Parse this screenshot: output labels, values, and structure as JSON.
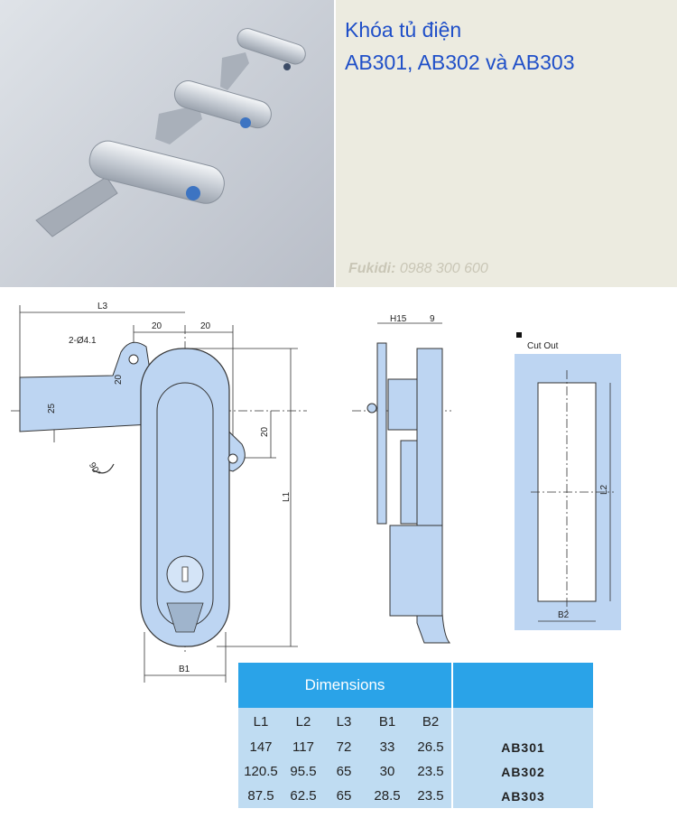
{
  "title": {
    "line1": "Khóa tủ điện",
    "line2": "AB301, AB302 và AB303"
  },
  "watermark": {
    "brand": "Fukidi:",
    "phone": "0988 300 600"
  },
  "drawing_labels": {
    "L3": "L3",
    "d20a": "20",
    "d20b": "20",
    "hole": "2-Ø4.1",
    "d20v": "20",
    "d25": "25",
    "d20r": "20",
    "L1": "L1",
    "B1": "B1",
    "rot": "90°",
    "H15": "H15",
    "d9": "9",
    "cutout": "Cut Out",
    "L2": "L2",
    "B2": "B2"
  },
  "table": {
    "heading": "Dimensions",
    "columns": [
      "L1",
      "L2",
      "L3",
      "B1",
      "B2"
    ],
    "rows": [
      {
        "cells": [
          "147",
          "117",
          "72",
          "33",
          "26.5"
        ],
        "model": "AB301"
      },
      {
        "cells": [
          "120.5",
          "95.5",
          "65",
          "30",
          "23.5"
        ],
        "model": "AB302"
      },
      {
        "cells": [
          "87.5",
          "62.5",
          "65",
          "28.5",
          "23.5"
        ],
        "model": "AB303"
      }
    ]
  },
  "colors": {
    "title_blue": "#1f4fc8",
    "part_fill": "#bdd5f2",
    "table_header": "#2aa3e8",
    "table_body": "#bfdcf2"
  }
}
